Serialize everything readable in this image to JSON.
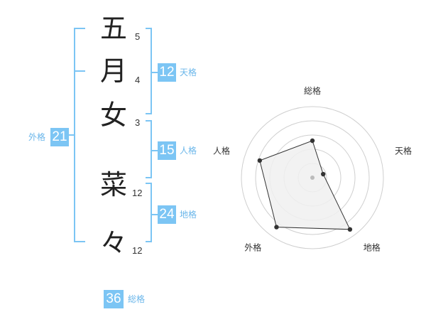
{
  "name": {
    "chars": [
      {
        "char": "五",
        "strokes": "5"
      },
      {
        "char": "月",
        "strokes": "4"
      },
      {
        "char": "女",
        "strokes": "3"
      },
      {
        "char": "菜",
        "strokes": "12"
      },
      {
        "char": "々",
        "strokes": "12"
      }
    ]
  },
  "kakusu": {
    "tenkaku": {
      "value": "12",
      "label": "天格"
    },
    "jinkaku": {
      "value": "15",
      "label": "人格"
    },
    "chikaku": {
      "value": "24",
      "label": "地格"
    },
    "gaikaku": {
      "value": "21",
      "label": "外格"
    },
    "soukaku": {
      "value": "36",
      "label": "総格"
    }
  },
  "chart_data": {
    "type": "radar",
    "axes": [
      "総格",
      "天格",
      "地格",
      "外格",
      "人格"
    ],
    "values": [
      2.6,
      0.8,
      4.5,
      4.3,
      3.9
    ],
    "max": 5,
    "rings": 5,
    "colors": {
      "fill": "#f0f0f0",
      "line": "#333333",
      "ring": "#cfcfcf",
      "dot": "#333333"
    }
  }
}
